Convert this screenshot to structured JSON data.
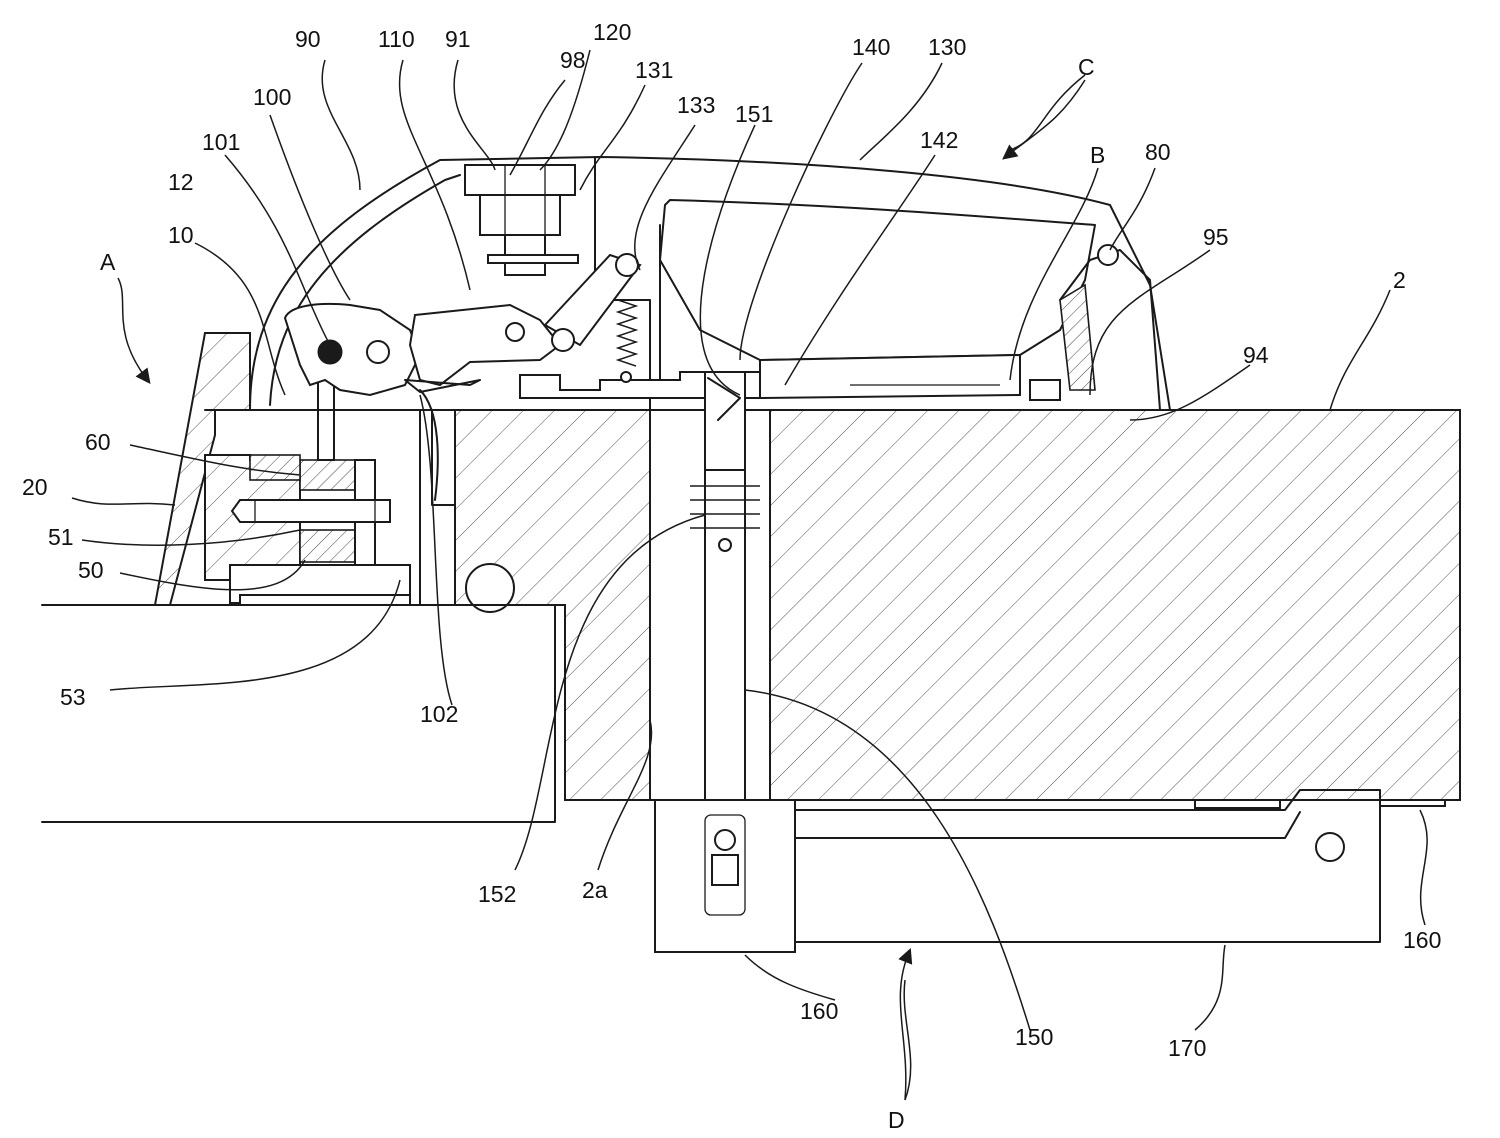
{
  "labels": {
    "n90": "90",
    "n110": "110",
    "n91": "91",
    "n120": "120",
    "n98": "98",
    "n131": "131",
    "n140": "140",
    "n130": "130",
    "nC": "C",
    "n100": "100",
    "n133": "133",
    "n151": "151",
    "n142": "142",
    "nB": "B",
    "n80": "80",
    "n101": "101",
    "n12": "12",
    "n95": "95",
    "n10": "10",
    "nA": "A",
    "n2": "2",
    "n94": "94",
    "n60": "60",
    "n20": "20",
    "n51": "51",
    "n50": "50",
    "n53": "53",
    "n102": "102",
    "n152": "152",
    "n2a": "2a",
    "n160a": "160",
    "n160b": "160",
    "n170": "170",
    "n150": "150",
    "nD": "D"
  },
  "colors": {
    "line": "#1a1a1a",
    "background": "#ffffff"
  }
}
